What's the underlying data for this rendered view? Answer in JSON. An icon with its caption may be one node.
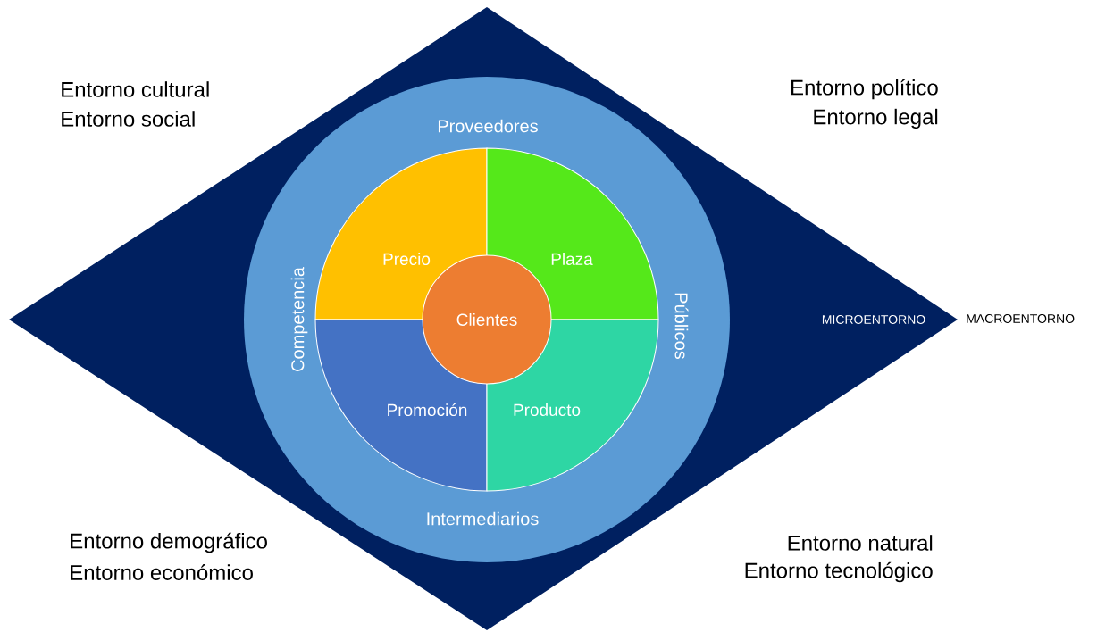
{
  "diagram": {
    "nodes": [
      {
        "text": [
          "MICROENTORNO"
        ]
      },
      {
        "text": [
          "Proveedores",
          "Competencia",
          "Públicos",
          "Intermediarios"
        ],
        "in": 0
      },
      {
        "text": [
          "Precio"
        ],
        "in": 1
      },
      {
        "text": [
          "Plaza"
        ],
        "in": 1
      },
      {
        "text": [
          "Promoción"
        ],
        "in": 1
      },
      {
        "text": [
          "Producto"
        ],
        "in": 1
      },
      {
        "text": [
          "Clientes"
        ],
        "in": 1
      }
    ],
    "labels": [
      "Entorno cultural",
      "Entorno político",
      "Entorno social",
      "Entorno legal",
      "MACROENTORNO",
      "Entorno demográfico",
      "Entorno natural",
      "Entorno económico",
      "Entorno tecnológico"
    ]
  }
}
